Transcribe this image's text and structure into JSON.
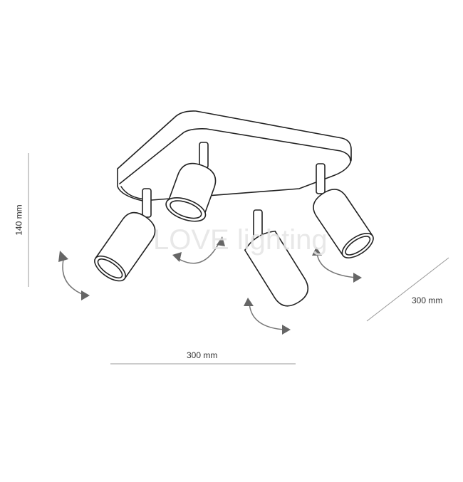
{
  "dimensions": {
    "height_label": "140 mm",
    "width_label": "300 mm",
    "depth_label": "300 mm"
  },
  "watermark": "LOVE lighting"
}
